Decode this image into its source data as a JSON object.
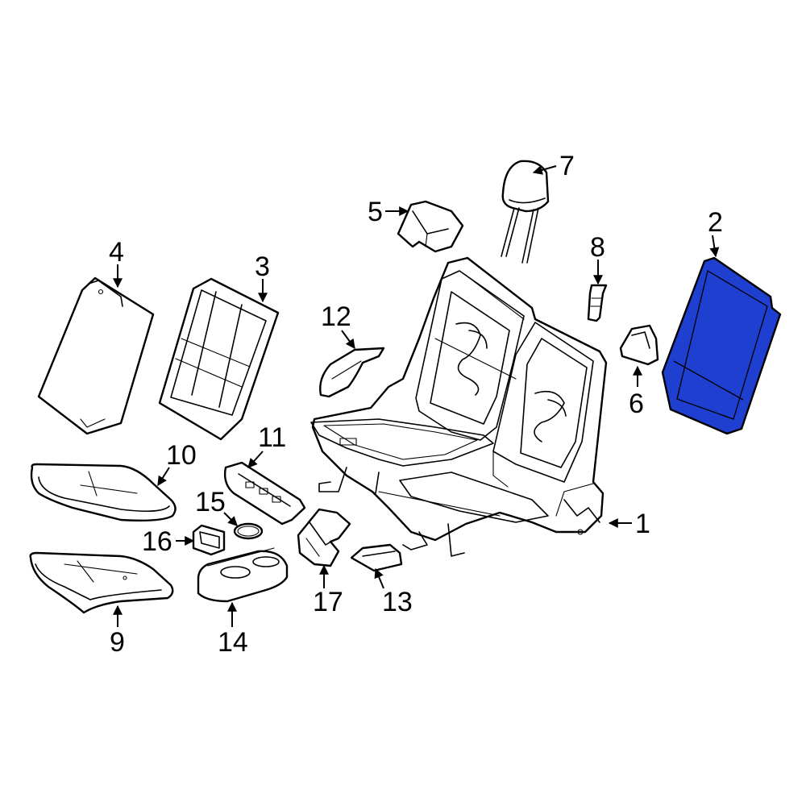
{
  "diagram": {
    "highlight_color": "#1f3fd1",
    "highlighted_part": "2",
    "callouts": [
      {
        "id": "c1",
        "label": "1"
      },
      {
        "id": "c2",
        "label": "2"
      },
      {
        "id": "c3",
        "label": "3"
      },
      {
        "id": "c4",
        "label": "4"
      },
      {
        "id": "c5",
        "label": "5"
      },
      {
        "id": "c6",
        "label": "6"
      },
      {
        "id": "c7",
        "label": "7"
      },
      {
        "id": "c8",
        "label": "8"
      },
      {
        "id": "c9",
        "label": "9"
      },
      {
        "id": "c10",
        "label": "10"
      },
      {
        "id": "c11",
        "label": "11"
      },
      {
        "id": "c12",
        "label": "12"
      },
      {
        "id": "c13",
        "label": "13"
      },
      {
        "id": "c14",
        "label": "14"
      },
      {
        "id": "c15",
        "label": "15"
      },
      {
        "id": "c16",
        "label": "16"
      },
      {
        "id": "c17",
        "label": "17"
      }
    ]
  }
}
